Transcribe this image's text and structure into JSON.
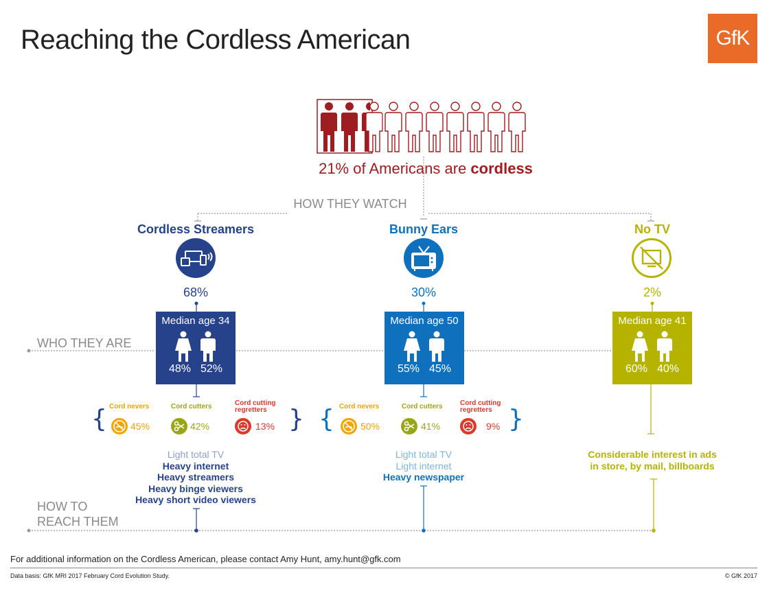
{
  "title": "Reaching the Cordless American",
  "logo": {
    "text": "GfK",
    "color": "#e96b27"
  },
  "headline": {
    "prefix": "21% of Americans are ",
    "emphasis": "cordless",
    "color": "#9e1d20"
  },
  "people_graphic": {
    "total": 10,
    "cordless_fraction": 0.21
  },
  "section_labels": {
    "how_watch": "HOW THEY WATCH",
    "who_are": "WHO THEY ARE",
    "how_reach_1": "HOW TO",
    "how_reach_2": "REACH THEM"
  },
  "segments": [
    {
      "name": "Cordless Streamers",
      "color": "#26428b",
      "icon": "devices-icon",
      "share": "68%",
      "median_age": "Median age 34",
      "female": "48%",
      "male": "52%",
      "cord": [
        {
          "label_1": "Cord nevers",
          "label_2": "",
          "value": "45%",
          "icon": "no-cable-icon",
          "color": "#f0a500"
        },
        {
          "label_1": "Cord cutters",
          "label_2": "",
          "value": "42%",
          "icon": "scissors-icon",
          "color": "#9aa61a"
        },
        {
          "label_1": "Cord cutting",
          "label_2": "regretters",
          "value": "13%",
          "icon": "sad-face-icon",
          "color": "#d83a2c"
        }
      ],
      "reach_light": [
        "Light total TV"
      ],
      "reach_heavy": [
        "Heavy internet",
        "Heavy streamers",
        "Heavy binge viewers",
        "Heavy short video viewers"
      ]
    },
    {
      "name": "Bunny Ears",
      "color": "#0f71bd",
      "icon": "tv-antenna-icon",
      "share": "30%",
      "median_age": "Median age 50",
      "female": "55%",
      "male": "45%",
      "cord": [
        {
          "label_1": "Cord nevers",
          "label_2": "",
          "value": "50%",
          "icon": "no-cable-icon",
          "color": "#f0a500"
        },
        {
          "label_1": "Cord cutters",
          "label_2": "",
          "value": "41%",
          "icon": "scissors-icon",
          "color": "#9aa61a"
        },
        {
          "label_1": "Cord cutting",
          "label_2": "regretters",
          "value": "9%",
          "icon": "sad-face-icon",
          "color": "#d83a2c"
        }
      ],
      "reach_light": [
        "Light total TV",
        "Light internet"
      ],
      "reach_heavy": [
        "Heavy newspaper"
      ]
    },
    {
      "name": "No TV",
      "color": "#b5b300",
      "icon": "no-tv-icon",
      "share": "2%",
      "median_age": "Median age 41",
      "female": "60%",
      "male": "40%",
      "reach_other": [
        "Considerable interest in ads",
        "in store, by mail, billboards"
      ]
    }
  ],
  "contact": "For additional information on the Cordless American, please contact Amy Hunt, amy.hunt@gfk.com",
  "database": "Data basis: GfK MRI 2017 February Cord Evolution Study.",
  "copyright": "© GfK 2017"
}
